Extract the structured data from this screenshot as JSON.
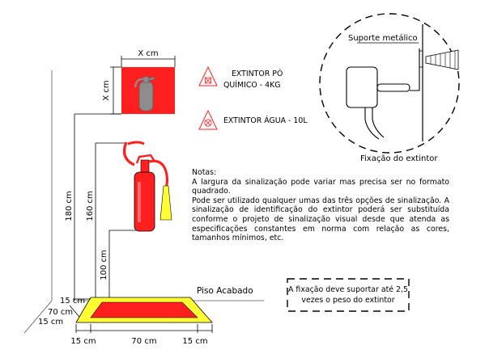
{
  "sign": {
    "dim_width_label": "X cm",
    "dim_height_label": "X cm",
    "colors": {
      "red": "#ff1f1f",
      "grey": "#8c8c8c",
      "yellow": "#ffff33",
      "black": "#000000"
    }
  },
  "legend": [
    {
      "icon": "triangle-powder-icon",
      "text_line1": "EXTINTOR PÓ",
      "text_line2": "QUÍMICO - 4KG"
    },
    {
      "icon": "triangle-water-icon",
      "text_line1": "EXTINTOR ÁGUA - 10L"
    }
  ],
  "heights": {
    "h180": "180 cm",
    "h160": "160 cm",
    "h100": "100 cm"
  },
  "floor_label": "Piso Acabado",
  "base_dims": {
    "left_15_top": "15 cm",
    "left_70": "70 cm",
    "left_15": "15 cm",
    "bottom_15a": "15 cm",
    "bottom_70": "70 cm",
    "bottom_15b": "15 cm"
  },
  "detail": {
    "support_label": "Suporte metálico",
    "fixation_label": "Fixação do extintor"
  },
  "notes": {
    "title": "Notas:",
    "p1": "A largura da sinalização pode variar mas precisa ser no formato quadrado.",
    "p2": "Pode ser utilizado qualquer umas das três opções de sinalização. A sinalização de identificação do extintor poderá ser substituída conforme o projeto de sinalização visual desde que atenda as especificações constantes em norma com relação as cores, tamanhos mínimos, etc."
  },
  "callout": {
    "line1": "A fixação deve suportar até 2,5",
    "line2": "vezes o peso do extintor"
  }
}
